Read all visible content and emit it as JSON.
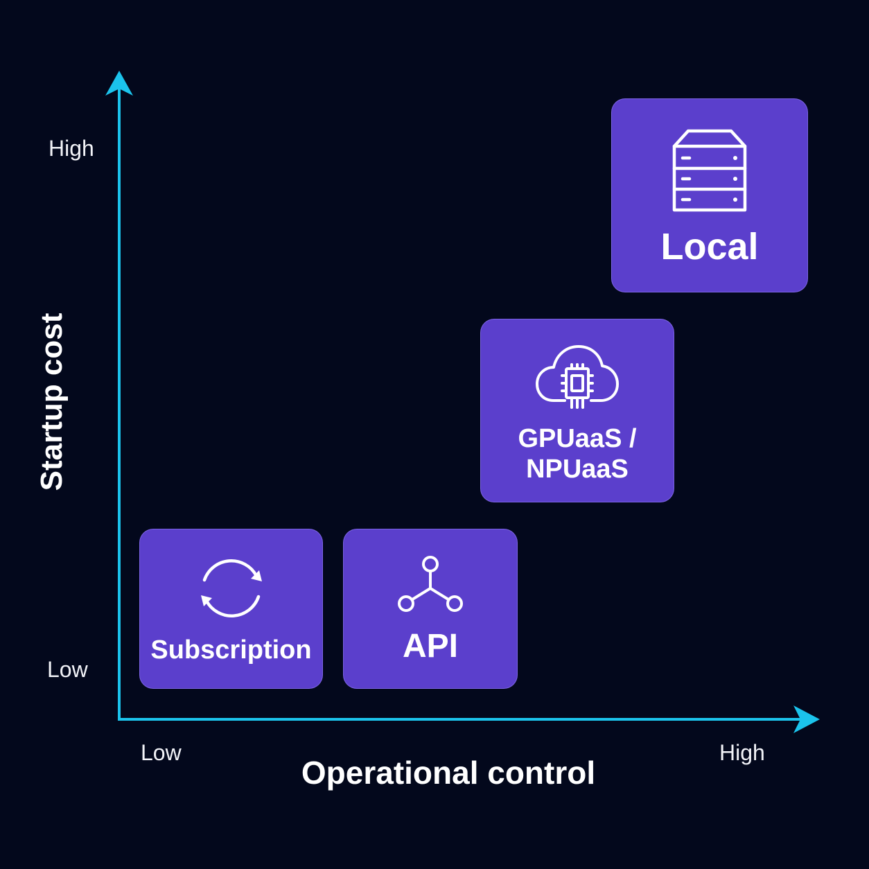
{
  "colors": {
    "background": "#03081c",
    "axis": "#1bc3ec",
    "card": "#5b3fcc",
    "text": "#ffffff"
  },
  "y_axis": {
    "title": "Startup cost",
    "high_label": "High",
    "low_label": "Low"
  },
  "x_axis": {
    "title": "Operational control",
    "low_label": "Low",
    "high_label": "High"
  },
  "options": [
    {
      "label": "Local",
      "icon": "server-icon"
    },
    {
      "label_line1": "GPUaaS /",
      "label_line2": "NPUaaS",
      "icon": "cloud-chip-icon"
    },
    {
      "label": "Subscription",
      "icon": "refresh-cycle-icon"
    },
    {
      "label": "API",
      "icon": "api-nodes-icon"
    }
  ]
}
